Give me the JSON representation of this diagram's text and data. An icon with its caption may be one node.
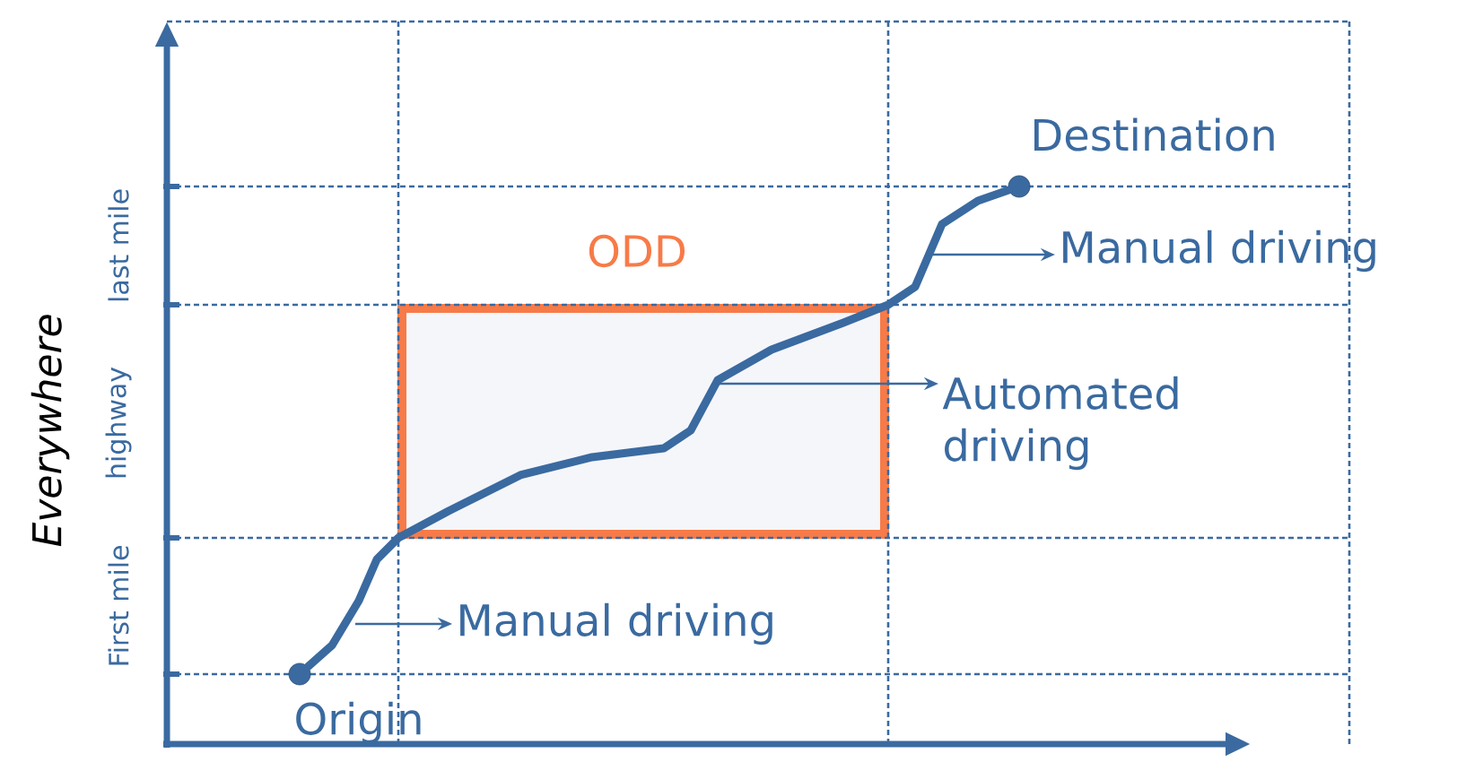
{
  "diagram": {
    "nodes": [
      {
        "text": [
          "Origin"
        ]
      },
      {
        "text": [
          "Destination"
        ]
      },
      {
        "text": [
          "Manual driving"
        ]
      },
      {
        "text": [
          "Automated driving"
        ]
      },
      {
        "text": [
          "Manual driving"
        ]
      }
    ],
    "edges": [
      {
        "from": 0,
        "to": 1,
        "arrow": "none",
        "style": "thick"
      },
      {
        "from": null,
        "to": 2,
        "arrow": "to"
      },
      {
        "from": null,
        "to": 3,
        "arrow": "to"
      },
      {
        "from": null,
        "to": 4,
        "arrow": "to"
      }
    ],
    "labels": [
      "ODD",
      "Everywhere",
      "last mile",
      "highway",
      "First mile"
    ]
  }
}
